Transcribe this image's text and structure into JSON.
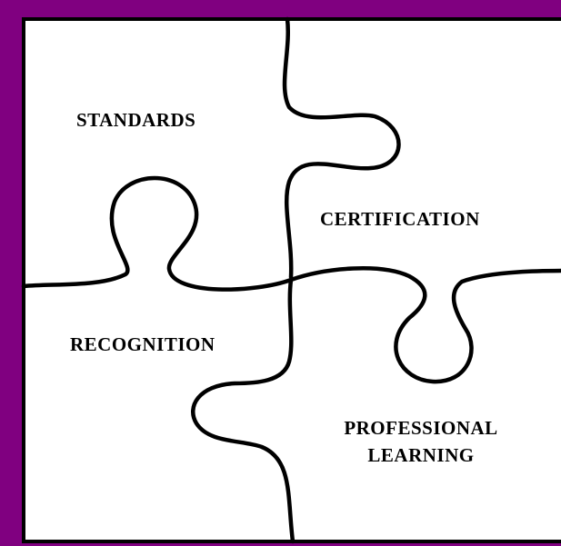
{
  "colors": {
    "border": "#800080",
    "background": "#ffffff",
    "lines": "#000000"
  },
  "pieces": {
    "standards": "STANDARDS",
    "certification": "CERTIFICATION",
    "recognition": "RECOGNITION",
    "professional_learning": {
      "line1": "PROFESSIONAL",
      "line2": "LEARNING"
    }
  }
}
